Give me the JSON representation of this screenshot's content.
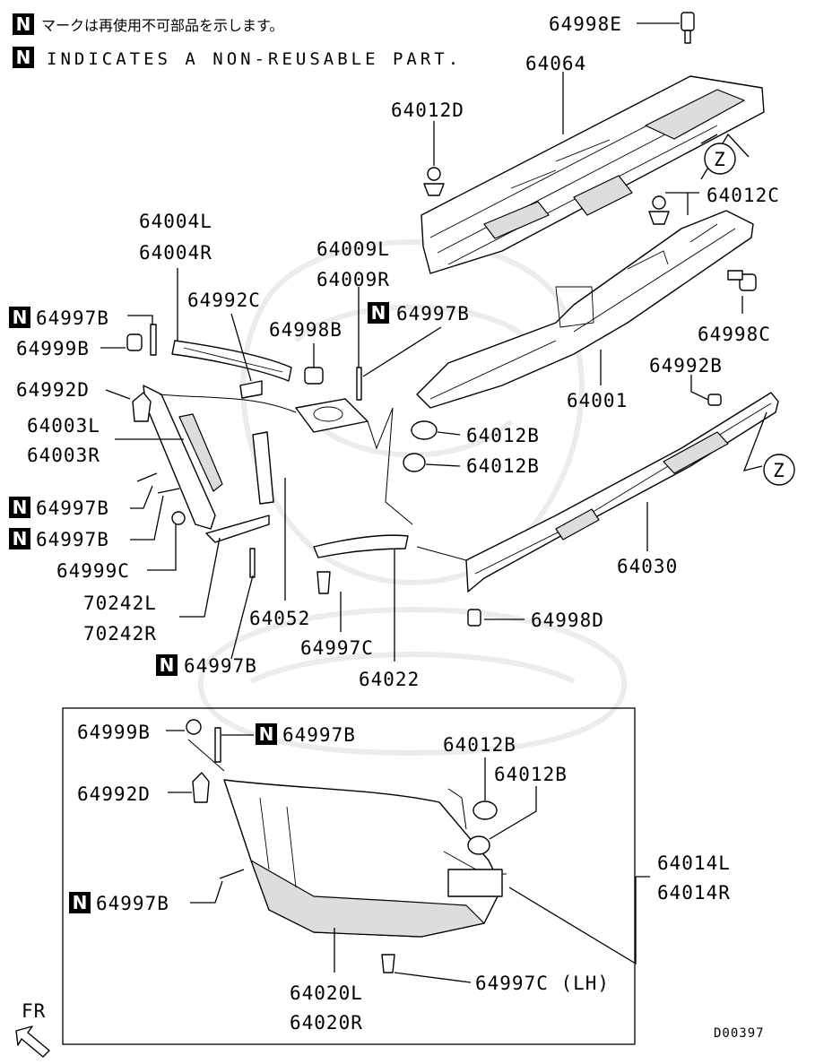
{
  "header": {
    "note_symbol": "N",
    "note_japanese": "マークは再使用不可部品を示します。",
    "note_english": "INDICATES A NON-REUSABLE PART."
  },
  "labels": {
    "p64998E": "64998E",
    "p64064": "64064",
    "p64012D": "64012D",
    "z_top": "Z",
    "p64012C": "64012C",
    "p64004L": "64004L",
    "p64004R": "64004R",
    "p64009L": "64009L",
    "p64009R": "64009R",
    "p64998C": "64998C",
    "p64992C": "64992C",
    "p64997B_a": "64997B",
    "p64998B": "64998B",
    "p64997B_b": "64997B",
    "p64999B_a": "64999B",
    "p64992B": "64992B",
    "p64992D_a": "64992D",
    "p64001": "64001",
    "p64003L": "64003L",
    "p64012B_a": "64012B",
    "p64003R": "64003R",
    "p64012B_b": "64012B",
    "z_right": "Z",
    "p64997B_c": "64997B",
    "p64997B_d": "64997B",
    "p64999C": "64999C",
    "p64030": "64030",
    "p70242L": "70242L",
    "p64052": "64052",
    "p64998D": "64998D",
    "p70242R": "70242R",
    "p64997C_a": "64997C",
    "p64997B_e": "64997B",
    "p64022": "64022",
    "p64999B_b": "64999B",
    "p64997B_f": "64997B",
    "p64012B_c": "64012B",
    "p64012B_d": "64012B",
    "p64992D_b": "64992D",
    "p64014L": "64014L",
    "p64014R": "64014R",
    "p64997B_g": "64997B",
    "p64020L": "64020L",
    "p64020R": "64020R",
    "p64997C_lh": "64997C (LH)",
    "fr": "FR",
    "diagram_code": "D00397"
  }
}
